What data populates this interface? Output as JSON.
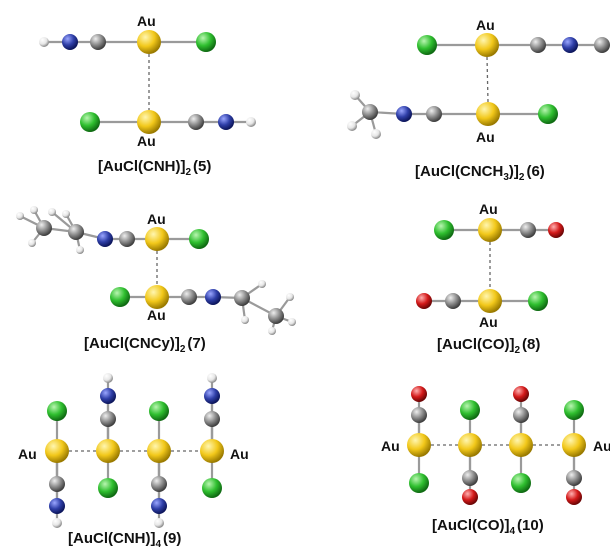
{
  "colors": {
    "Au": "#f2c81a",
    "Cl": "#2fbf2f",
    "C": "#8c8c8c",
    "N": "#2f3fa8",
    "H": "#f0f0f0",
    "O": "#d41a1a",
    "bond": "#9a9a9a",
    "aurophilic": "#666666"
  },
  "labels": {
    "au": "Au",
    "m5": {
      "main": "[AuCl(CNH)]",
      "sub": "2",
      "num": "(5)"
    },
    "m6": {
      "main": "[AuCl(CNCH",
      "sub1": "3",
      "mid": ")]",
      "sub2": "2",
      "num": "(6)"
    },
    "m7": {
      "main": "[AuCl(CNCy)]",
      "sub": "2",
      "num": "(7)"
    },
    "m8": {
      "main": "[AuCl(CO)]",
      "sub": "2",
      "num": "(8)"
    },
    "m9": {
      "main": "[AuCl(CNH)]",
      "sub": "4",
      "num": "(9)"
    },
    "m10": {
      "main": "[AuCl(CO)]",
      "sub": "4",
      "num": "(10)"
    }
  }
}
